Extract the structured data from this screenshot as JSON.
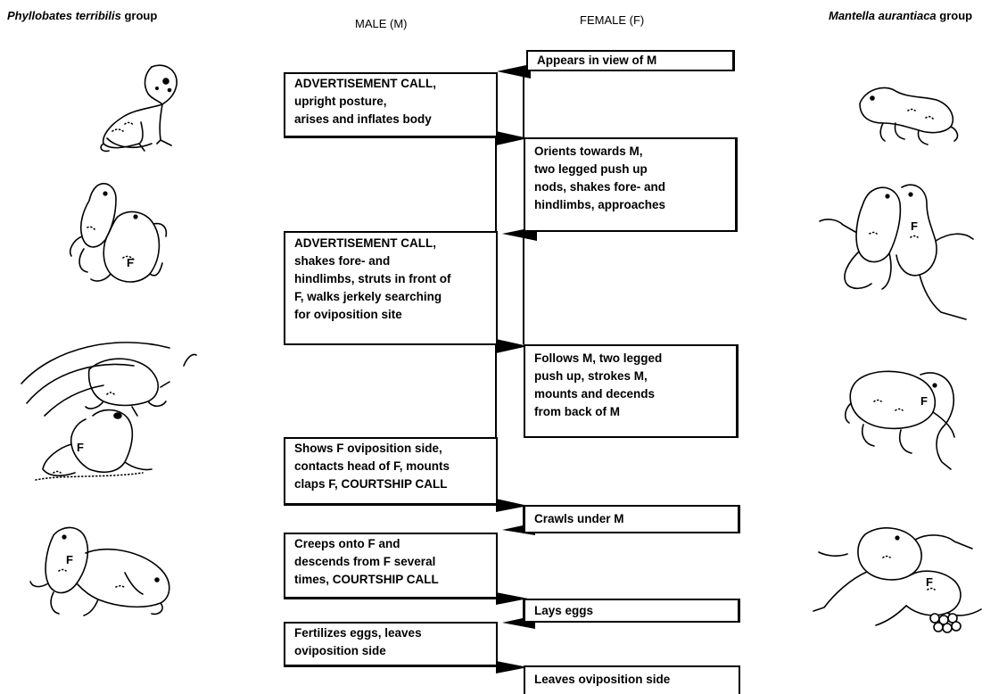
{
  "headers": {
    "left_species": "Phyllobates terribilis",
    "left_suffix": " group",
    "male": "MALE (M)",
    "female": "FEMALE (F)",
    "right_species": "Mantella aurantiaca",
    "right_suffix": " group"
  },
  "steps": [
    {
      "side": "female",
      "text": "Appears in view of M"
    },
    {
      "side": "male",
      "text": "ADVERTISEMENT CALL,\nupright posture,\narises and inflates body"
    },
    {
      "side": "female",
      "text": "Orients towards M,\ntwo legged push up\nnods, shakes fore- and\nhindlimbs, approaches"
    },
    {
      "side": "male",
      "text": "ADVERTISEMENT CALL,\nshakes fore- and\nhindlimbs, struts in front of\nF, walks jerkely searching\nfor oviposition site"
    },
    {
      "side": "female",
      "text": "Follows M, two legged\npush up, strokes M,\nmounts and decends\nfrom back of M"
    },
    {
      "side": "male",
      "text": "Shows F oviposition side,\ncontacts head of F, mounts\nclaps F, COURTSHIP CALL"
    },
    {
      "side": "female",
      "text": "Crawls under M"
    },
    {
      "side": "male",
      "text": "Creeps onto F and\ndescends from F several\ntimes, COURTSHIP CALL"
    },
    {
      "side": "female",
      "text": "Lays eggs"
    },
    {
      "side": "male",
      "text": "Fertilizes eggs, leaves\noviposition side"
    },
    {
      "side": "female",
      "text": "Leaves oviposition side"
    }
  ],
  "frog_labels": {
    "female_marker": "F"
  }
}
